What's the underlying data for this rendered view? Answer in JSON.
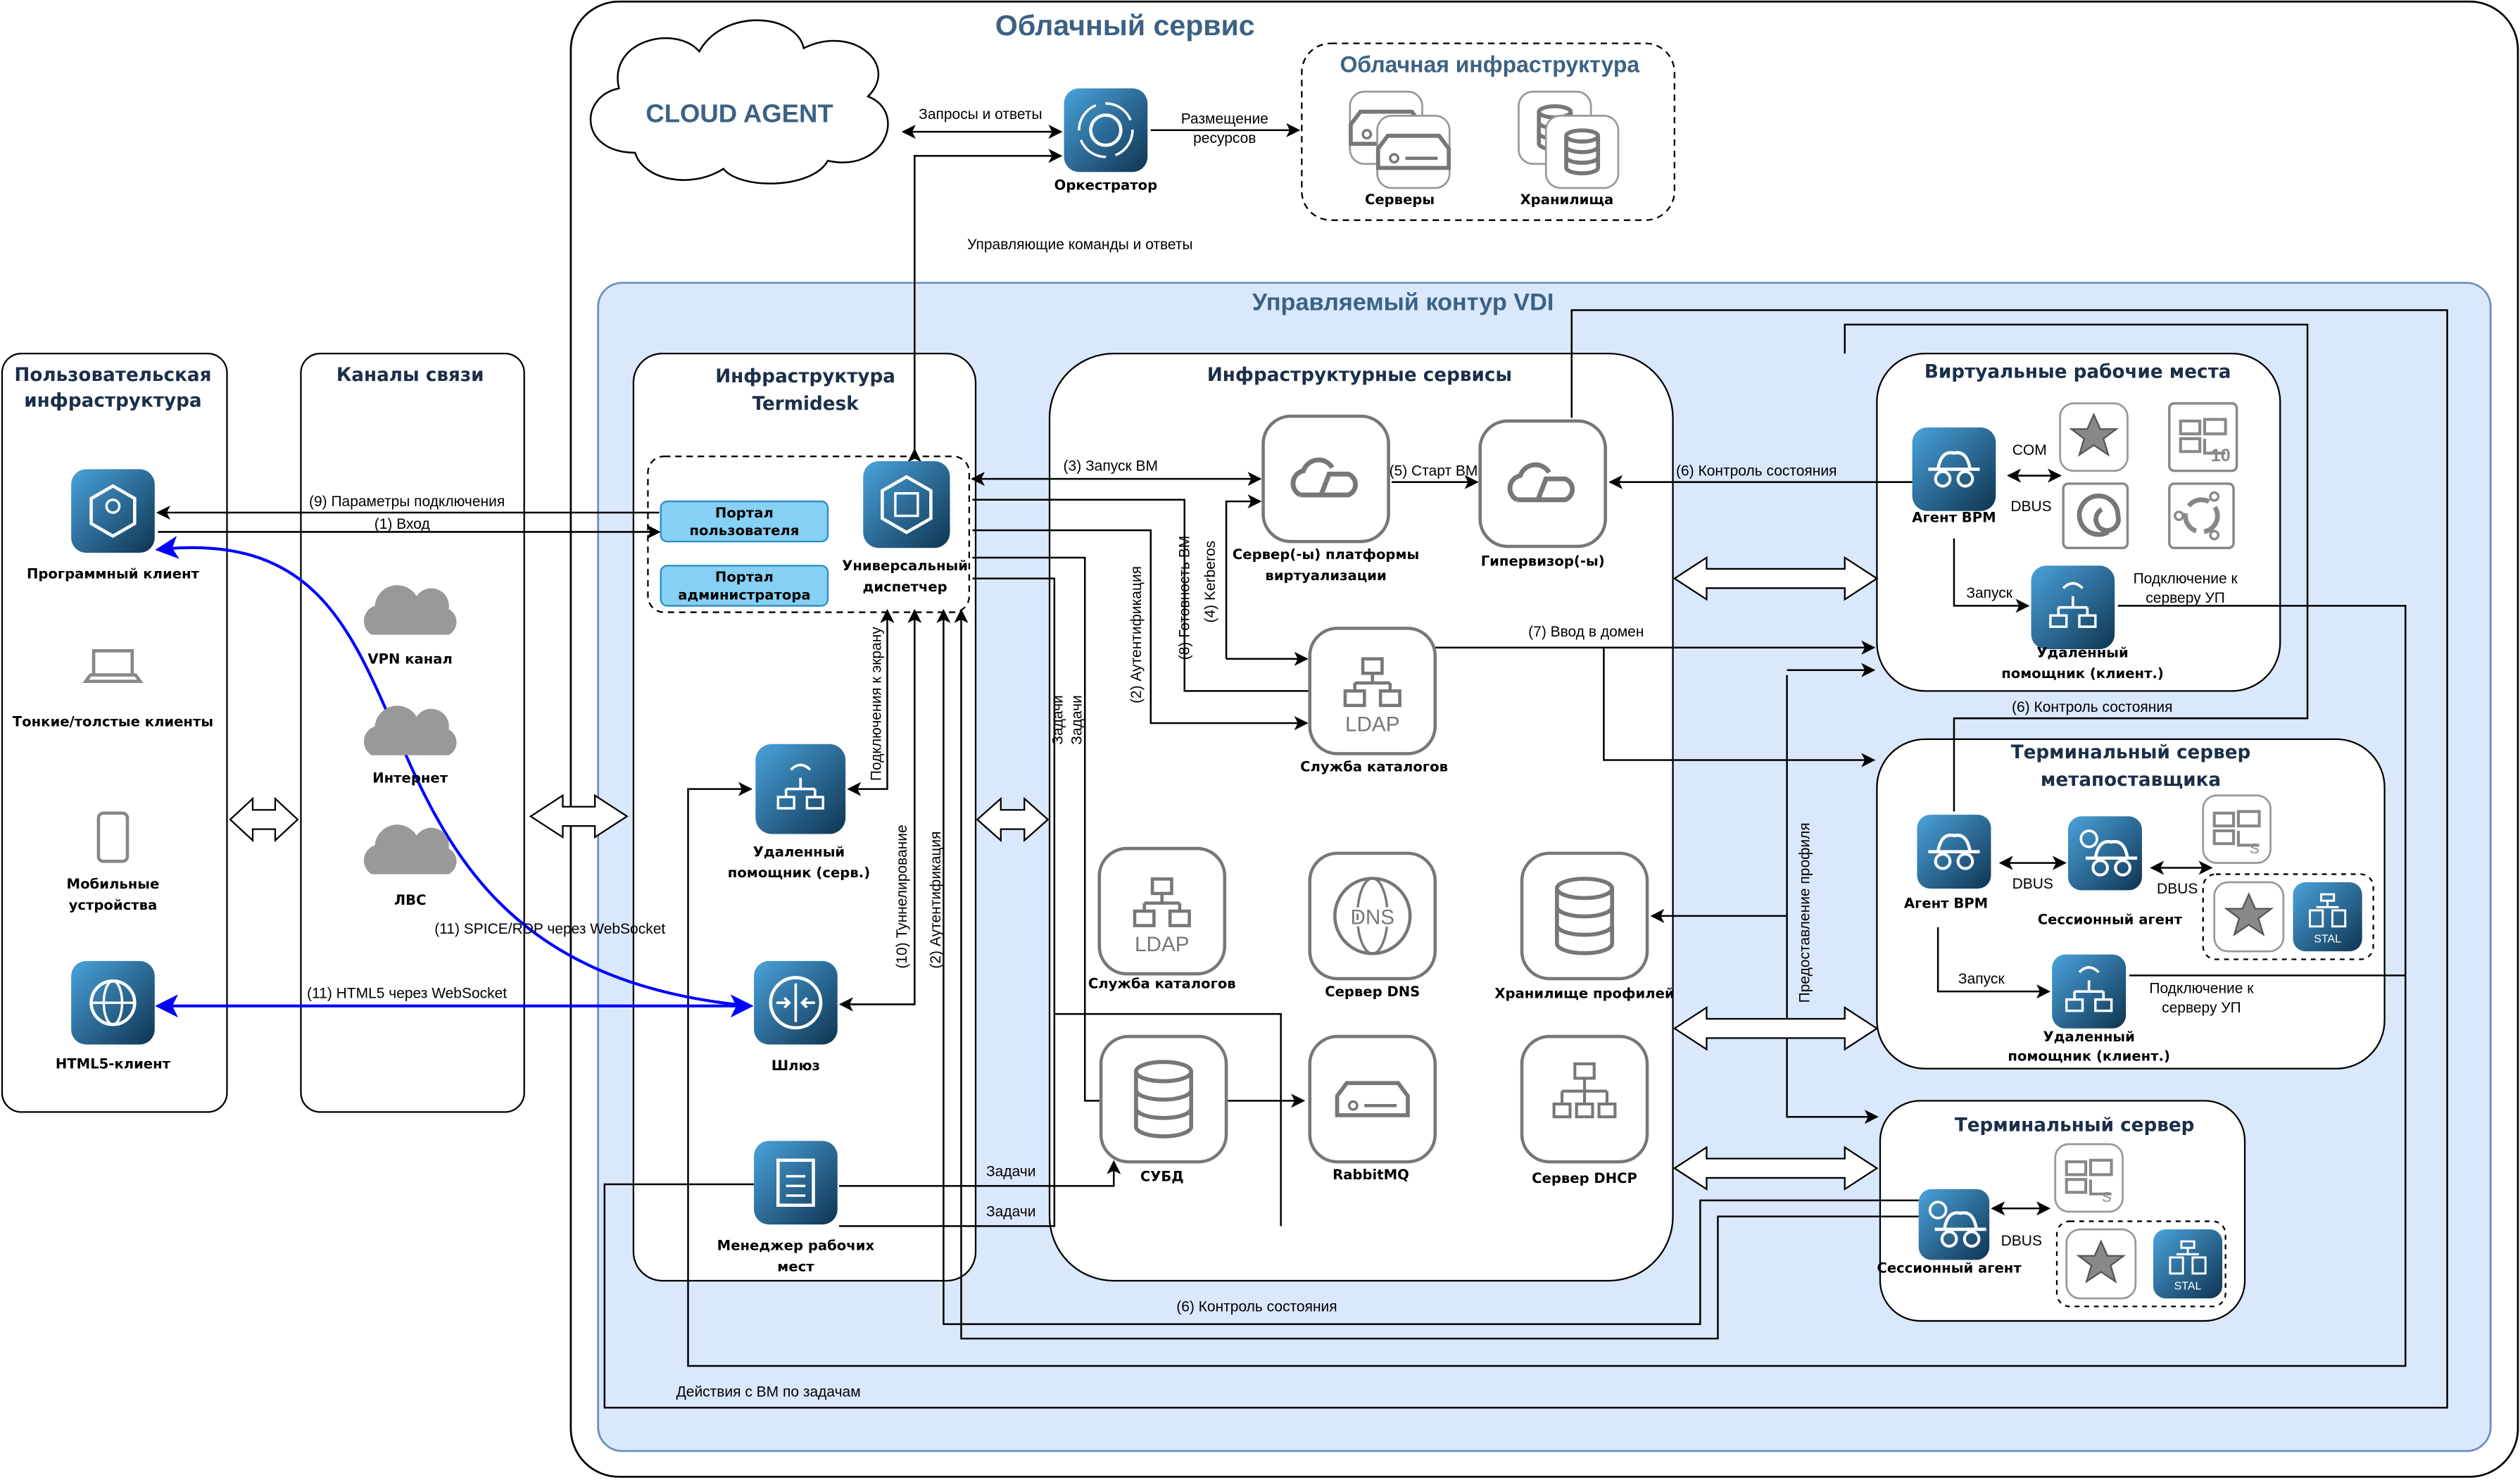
{
  "titles": {
    "cloud_service": "Облачный сервис",
    "cloud_agent": "CLOUD AGENT",
    "cloud_infra": "Облачная инфраструктура",
    "vdi": "Управляемый контур VDI",
    "user_infra_1": "Пользовательская",
    "user_infra_2": "инфраструктура",
    "channels": "Каналы связи",
    "termidesk_1": "Инфраструктура",
    "termidesk_2": "Termidesk",
    "infra_services": "Инфраструктурные сервисы",
    "vdi_workplaces": "Виртуальные рабочие места",
    "terminal_meta_1": "Терминальный сервер",
    "terminal_meta_2": "метапоставщика",
    "terminal_server": "Терминальный сервер"
  },
  "nodes": {
    "orchestrator": "Оркестратор",
    "servers": "Серверы",
    "storages": "Хранилища",
    "program_client": "Программный клиент",
    "thin_clients": "Тонкие/толстые клиенты",
    "mobile_1": "Мобильные",
    "mobile_2": "устройства",
    "html5_client": "HTML5-клиент",
    "vpn": "VPN канал",
    "internet": "Интернет",
    "lan": "ЛВС",
    "portal_user_1": "Портал",
    "portal_user_2": "пользователя",
    "portal_admin_1": "Портал",
    "portal_admin_2": "администратора",
    "dispatcher_1": "Универсальный",
    "dispatcher_2": "диспетчер",
    "helper_srv_1": "Удаленный",
    "helper_srv_2": "помощник (серв.)",
    "gateway": "Шлюз",
    "manager_1": "Менеджер рабочих",
    "manager_2": "мест",
    "virt_platform_1": "Сервер(-ы) платформы",
    "virt_platform_2": "виртуализации",
    "hypervisor": "Гипервизор(-ы)",
    "directory_1": "Служба каталогов",
    "directory_2": "Служба каталогов",
    "dns": "Сервер DNS",
    "profiles": "Хранилище профилей",
    "dbms": "СУБД",
    "rabbitmq": "RabbitMQ",
    "dhcp": "Сервер DHCP",
    "agent_vrm_1": "Агент ВРМ",
    "agent_vrm_2": "Агент ВРМ",
    "helper_cl_1a": "Удаленный",
    "helper_cl_1b": "помощник (клиент.)",
    "helper_cl_2a": "Удаленный",
    "helper_cl_2b": "помощник (клиент.)",
    "session_agent_1": "Сессионный агент",
    "session_agent_2": "Сессионный агент",
    "ldap_text": "LDAP",
    "dns_text": "DNS",
    "stal_text": "STAL",
    "win10_text": "10"
  },
  "edges": {
    "requests": "Запросы и ответы",
    "placement_1": "Размещение",
    "placement_2": "ресурсов",
    "control_cmds": "Управляющие команды и ответы",
    "params": "(9) Параметры подключения",
    "login": "(1) Вход",
    "spice": "(11) SPICE/RDP через WebSocket",
    "html5": "(11) HTML5 через WebSocket",
    "start_vm_3": "(3) Запуск ВМ",
    "start_vm_5": "(5) Старт ВМ",
    "state_ctrl_a": "(6) Контроль состояния",
    "state_ctrl_b": "(6) Контроль состояния",
    "state_ctrl_c": "(6) Контроль состояния",
    "auth_2a": "(2) Аутентификация",
    "ready_8": "(8) Готовность ВМ",
    "kerberos_4": "(4) Kerberos",
    "tasks_v1": "Задачи",
    "tasks_v2": "Задачи",
    "screen_conn": "Подключения к экрану",
    "tunnel_10": "(10) Туннелирование",
    "auth_2b": "(2) Аутентификация",
    "domain_7": "(7) Ввод в домен",
    "profile": "Предоставление профиля",
    "tasks_h1": "Задачи",
    "tasks_h2": "Задачи",
    "vm_actions": "Действия с ВМ по задачам",
    "com": "COM",
    "dbus_1": "DBUS",
    "dbus_2": "DBUS",
    "dbus_3": "DBUS",
    "dbus_4": "DBUS",
    "launch_1": "Запуск",
    "launch_2": "Запуск",
    "connect_1a": "Подключение к",
    "connect_1b": "серверу УП",
    "connect_2a": "Подключение к",
    "connect_2b": "серверу УП"
  },
  "colors": {
    "title": "#3b6284",
    "vdi_fill": "#dae8fc",
    "vdi_stroke": "#6c8ebf",
    "icon_top": "#4aa3dc",
    "icon_bottom": "#0f3451",
    "portal_fill": "#86d0f3",
    "blue_link": "#0000ff"
  }
}
